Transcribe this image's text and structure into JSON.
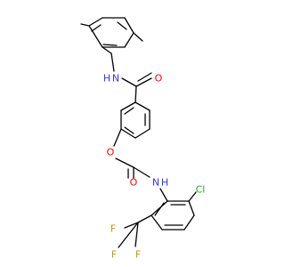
{
  "molecule": {
    "atom_labels": {
      "nh_top": "N",
      "nh_top_h": "H",
      "o_carbonyl_top": "O",
      "o_ether": "O",
      "o_carbonyl_bottom": "O",
      "nh_bottom": "N",
      "nh_bottom_h": "H",
      "cl": "Cl",
      "f1": "F",
      "f2": "F",
      "f3": "F"
    },
    "colors": {
      "bond": "#000000",
      "nitrogen": "#3333ff",
      "oxygen": "#ff0000",
      "chlorine": "#1fb01f",
      "fluorine": "#b3a000"
    }
  }
}
